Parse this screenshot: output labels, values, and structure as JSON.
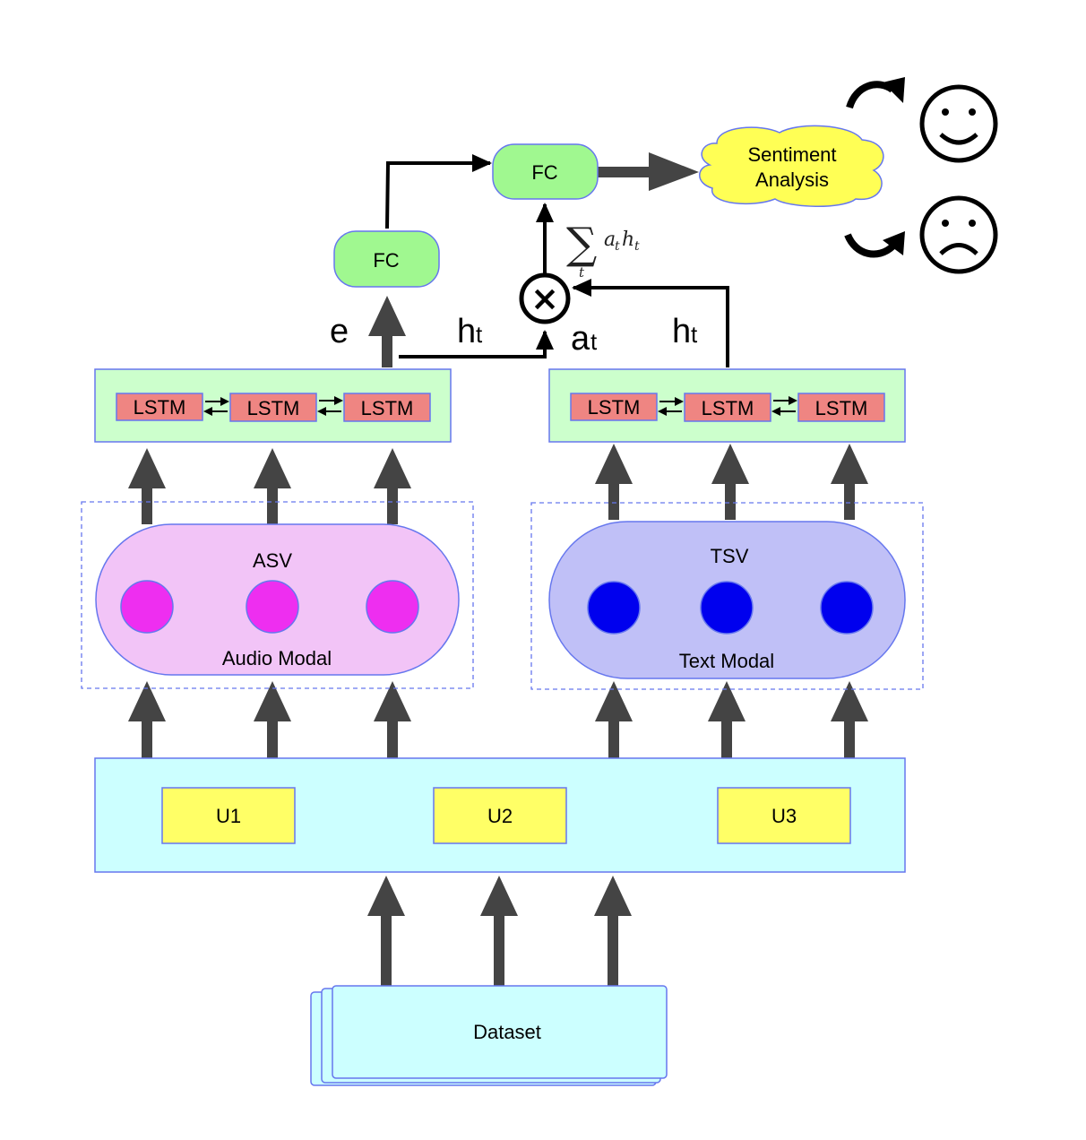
{
  "top": {
    "fc_left": "FC",
    "fc_top": "FC",
    "sentiment_line1": "Sentiment",
    "sentiment_line2": "Analysis",
    "sum_symbol": "∑",
    "sum_subscript": "t",
    "sum_term_a": "a",
    "sum_term_h": "h",
    "sum_term_sub": "t",
    "label_e": "e",
    "label_h_left": "h",
    "label_h_left_sub": "t",
    "label_a": "a",
    "label_a_sub": "t",
    "label_h_right": "h",
    "label_h_right_sub": "t",
    "multiply_symbol": "×"
  },
  "lstm_left": [
    "LSTM",
    "LSTM",
    "LSTM"
  ],
  "lstm_right": [
    "LSTM",
    "LSTM",
    "LSTM"
  ],
  "audio": {
    "title": "ASV",
    "caption": "Audio Modal",
    "node_color": "#ee2ef0",
    "fill": "#f2c4f7"
  },
  "text": {
    "title": "TSV",
    "caption": "Text Modal",
    "node_color": "#0000ee",
    "fill": "#c0c0f7"
  },
  "utterances": [
    "U1",
    "U2",
    "U3"
  ],
  "dataset": "Dataset",
  "colors": {
    "fc": "#a0f890",
    "lstm": "#ef8582",
    "lstm_panel": "#ccffcc",
    "utterance_panel": "#ccffff",
    "utterance": "#ffff66",
    "cloud": "#ffff55",
    "outline": "#6677ee",
    "arrow": "#444444"
  }
}
